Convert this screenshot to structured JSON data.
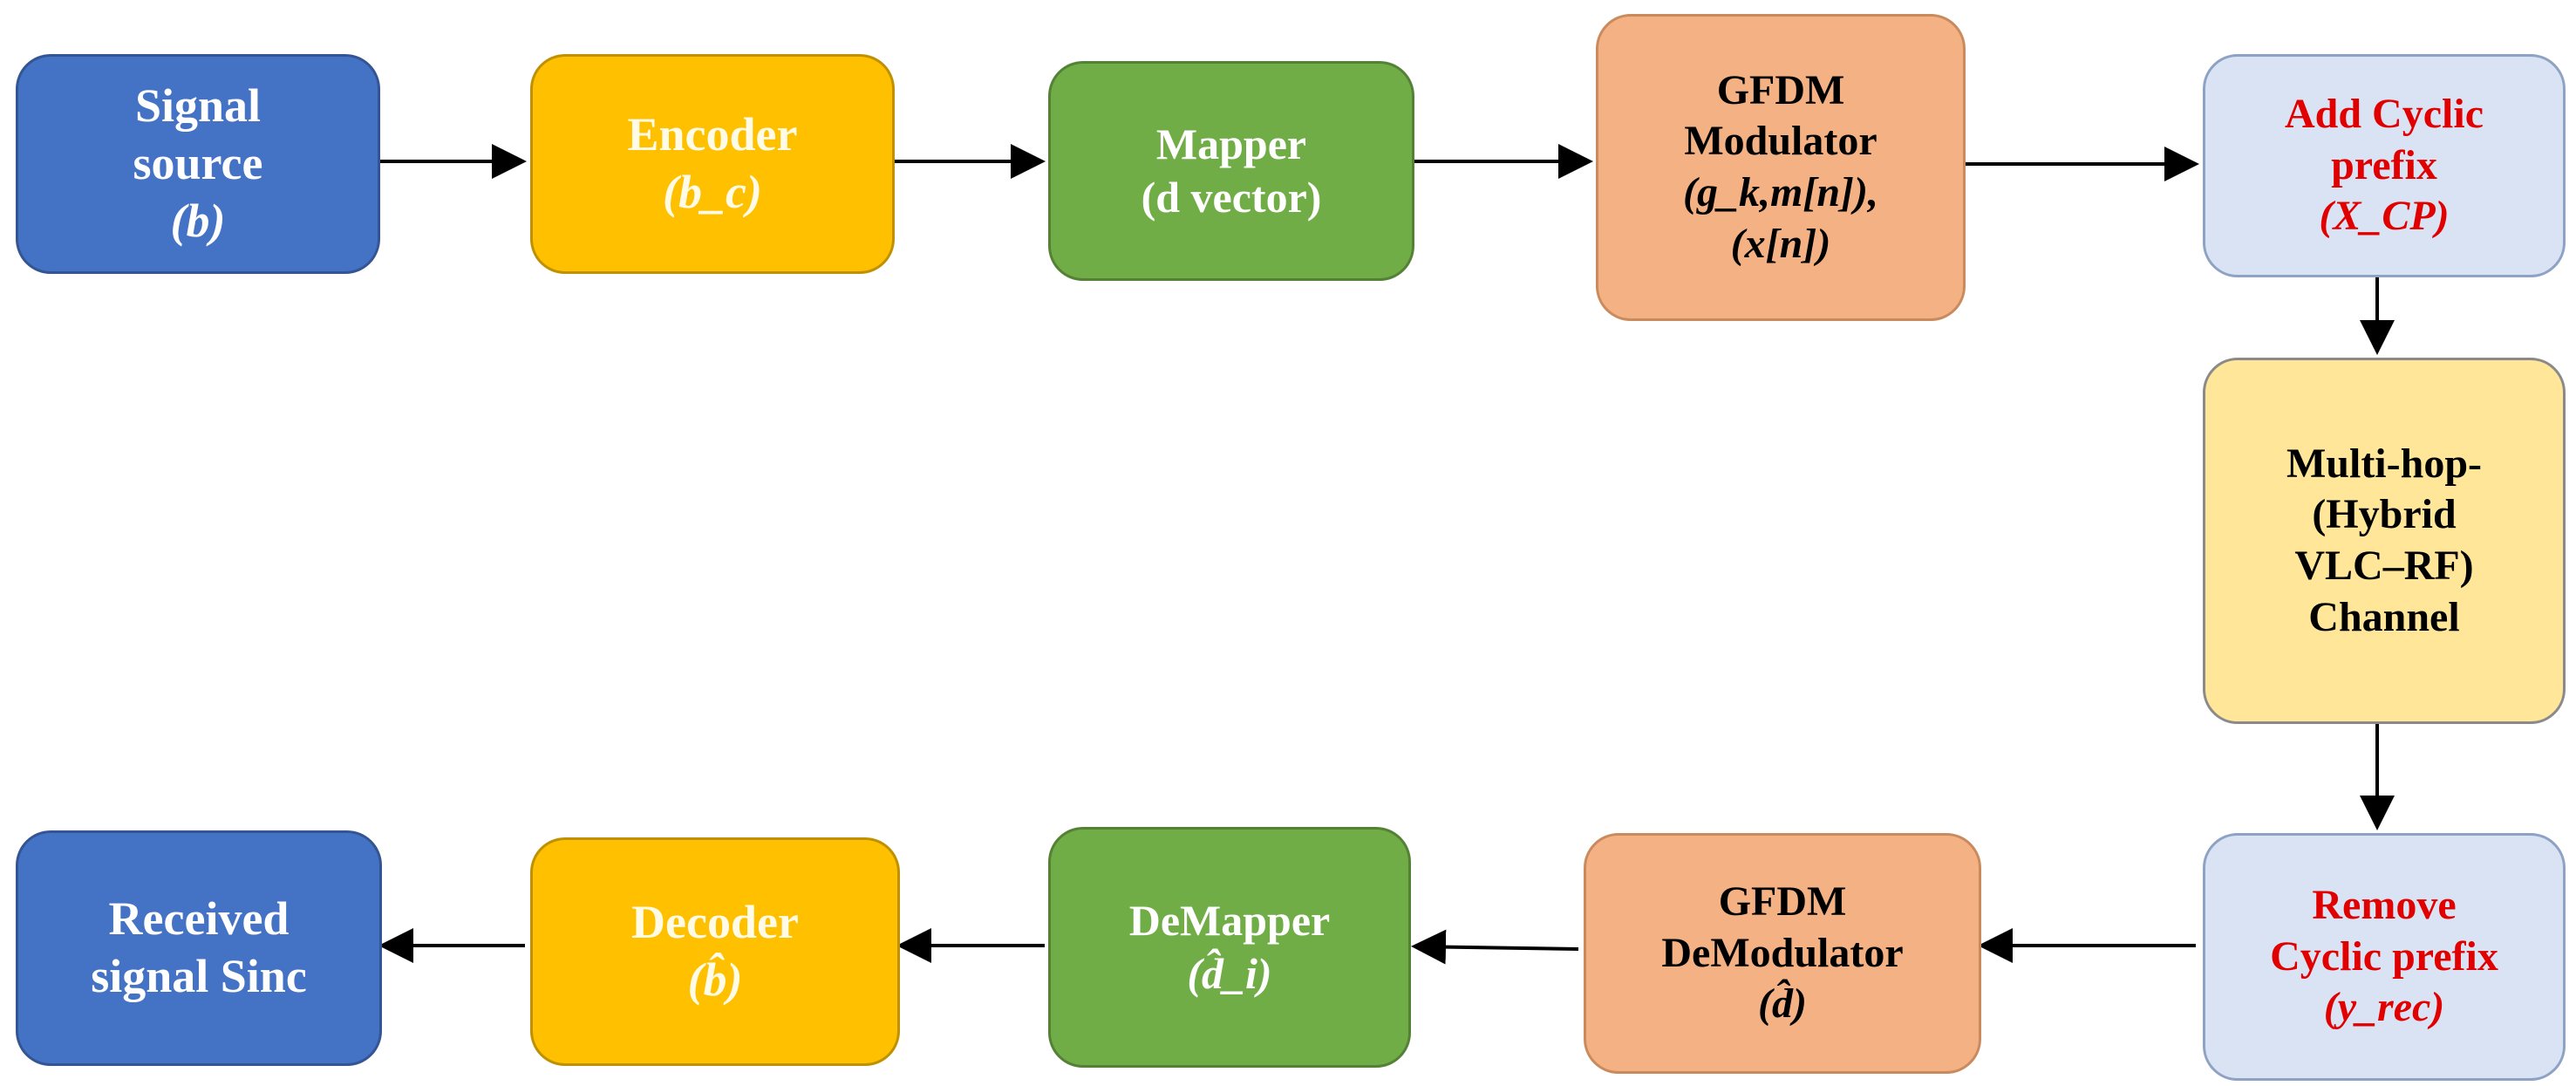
{
  "diagram": {
    "colors": {
      "blue": "#4472c4",
      "yellow": "#ffc000",
      "green": "#70ad47",
      "salmon": "#f4b183",
      "light_blue": "#dae3f3",
      "cream": "#ffe699",
      "red_text": "#e00000"
    },
    "blocks": {
      "signal_source": {
        "lines": [
          "Signal",
          "source",
          "(b)"
        ]
      },
      "encoder": {
        "lines": [
          "Encoder",
          "(b_c)"
        ]
      },
      "mapper": {
        "lines": [
          "Mapper",
          "(d vector)"
        ]
      },
      "gfdm_modulator": {
        "lines": [
          "GFDM",
          "Modulator",
          "(g_k,m[n]),",
          "(x[n])"
        ]
      },
      "add_cyclic_prefix": {
        "lines": [
          "Add Cyclic",
          "prefix",
          "(X_CP)"
        ]
      },
      "channel": {
        "lines": [
          "Multi-hop-",
          "(Hybrid",
          "VLC–RF)",
          "Channel"
        ]
      },
      "remove_cyclic_prefix": {
        "lines": [
          "Remove",
          "Cyclic prefix",
          "(y_rec)"
        ]
      },
      "gfdm_demodulator": {
        "lines": [
          "GFDM",
          "DeModulator",
          "(d̂)"
        ]
      },
      "demapper": {
        "lines": [
          "DeMapper",
          "(d̂_i)"
        ]
      },
      "decoder": {
        "lines": [
          "Decoder",
          "(b̂)"
        ]
      },
      "received_signal": {
        "lines": [
          "Received",
          "signal Sinc"
        ]
      }
    }
  }
}
